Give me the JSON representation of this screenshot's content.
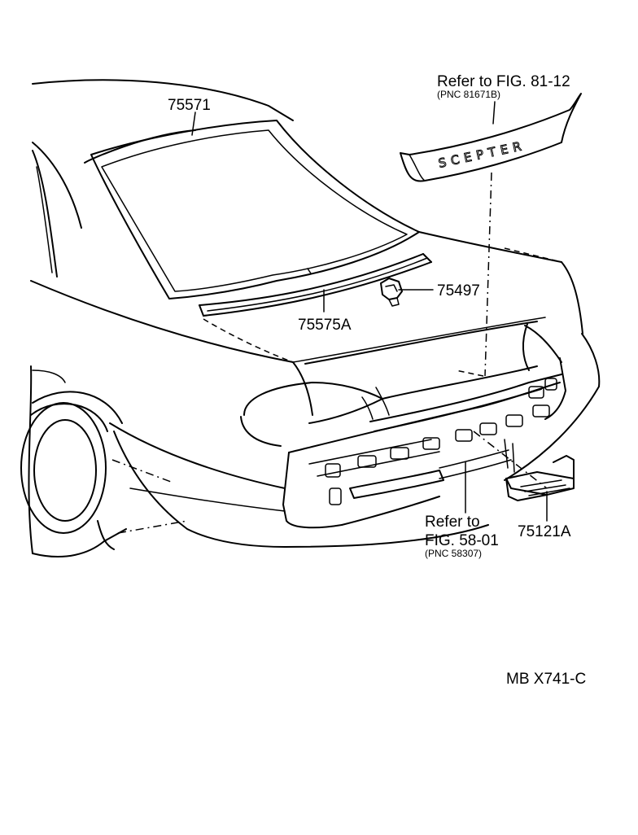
{
  "parts": [
    {
      "id": "rear-window-molding",
      "number": "75571"
    },
    {
      "id": "back-panel-molding",
      "number": "75575A"
    },
    {
      "id": "clip",
      "number": "75497"
    },
    {
      "id": "plate-bracket",
      "number": "75121A"
    }
  ],
  "references": [
    {
      "id": "emblem-ref",
      "line1": "Refer  to  FIG. 81-12",
      "pnc": "(PNC  81671B)"
    },
    {
      "id": "bumper-ref",
      "line1": "Refer to",
      "line2": "FIG. 58-01",
      "pnc": "(PNC 58307)"
    }
  ],
  "emblem_text": "SCEPTER",
  "diagram_code": "MB  X741-C"
}
